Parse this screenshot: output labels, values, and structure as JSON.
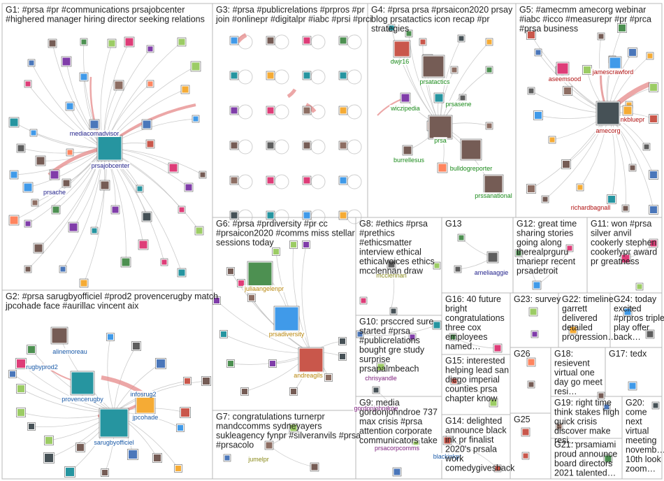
{
  "groups": [
    {
      "id": "G1",
      "title_lines": [
        "G1: #prsa #pr #communications prsajobcenter",
        "#highered manager hiring director seeking relations"
      ]
    },
    {
      "id": "G3",
      "title_lines": [
        "G3: #prsa #publicrelations #prpros #pr",
        "join #onlinepr #digitalpr #iabc #prsi #prci"
      ]
    },
    {
      "id": "G4",
      "title_lines": [
        "G4: #prsa prsa #prsaicon2020 prsay",
        "blog prsatactics icon recap #pr",
        "strategies"
      ]
    },
    {
      "id": "G5",
      "title_lines": [
        "G5: #amecmm amecorg webinar",
        "#iabc #icco #measurepr #pr #prca",
        "#prsa business"
      ]
    },
    {
      "id": "G2",
      "title_lines": [
        "G2: #prsa sarugbyofficiel #prod2 provencerugby match",
        "jpcohade face #aurillac vincent aix"
      ]
    },
    {
      "id": "G6",
      "title_lines": [
        "G6: #prsa #prdiversity #pr cc",
        "#prsaicon2020 #comms miss stellar",
        "sessions today"
      ]
    },
    {
      "id": "G8",
      "title_lines": [
        "G8: #ethics #prsa",
        "#prethics",
        "#ethicsmatter",
        "interview ethical",
        "ethicalvoices ethics",
        "mcclennan draw"
      ]
    },
    {
      "id": "G13",
      "title_lines": [
        "G13"
      ]
    },
    {
      "id": "G12",
      "title_lines": [
        "G12: great time",
        "sharing stories",
        "going along",
        "therealprguru",
        "tmariepr recent",
        "prsadetroit"
      ]
    },
    {
      "id": "G11",
      "title_lines": [
        "G11: won #prsa",
        "silver anvil",
        "cookerly stephen",
        "cookerlypr award",
        "pr greatness"
      ]
    },
    {
      "id": "G10",
      "title_lines": [
        "G10: prsccred sure",
        "started #prsa",
        "#publicrelations",
        "bought gre study",
        "surprise",
        "prsapalmbeach"
      ]
    },
    {
      "id": "G16",
      "title_lines": [
        "G16: 40 future",
        "bright",
        "congratulations",
        "three cox",
        "employees",
        "named…"
      ]
    },
    {
      "id": "G23",
      "title_lines": [
        "G23: survey"
      ]
    },
    {
      "id": "G22",
      "title_lines": [
        "G22: timeline",
        "garrett",
        "delivered",
        "detailed",
        "progression…"
      ]
    },
    {
      "id": "G24",
      "title_lines": [
        "G24: today",
        "excited",
        "#prpros triple",
        "play offer",
        "back…"
      ]
    },
    {
      "id": "G15",
      "title_lines": [
        "G15: interested",
        "helping lead san",
        "diego imperial",
        "counties prsa",
        "chapter know"
      ]
    },
    {
      "id": "G26",
      "title_lines": [
        "G26"
      ]
    },
    {
      "id": "G18",
      "title_lines": [
        "G18:",
        "resievent",
        "virtual one",
        "day go meet",
        "resi…"
      ]
    },
    {
      "id": "G17",
      "title_lines": [
        "G17: tedx"
      ]
    },
    {
      "id": "G7",
      "title_lines": [
        "G7: congratulations turnerpr",
        "mandccomms sydneyayers",
        "sukleagency fynpr #silveranvils #prsa",
        "#prsacolo"
      ]
    },
    {
      "id": "G9",
      "title_lines": [
        "G9: media",
        "gordonjohndroe 737",
        "max crisis #prsa",
        "attention corporate",
        "communicators take"
      ]
    },
    {
      "id": "G25",
      "title_lines": [
        "G25"
      ]
    },
    {
      "id": "G14",
      "title_lines": [
        "G14: delighted",
        "announce black",
        "ink pr finalist",
        "2020's prsala",
        "work",
        "comedygivesback"
      ]
    },
    {
      "id": "G19",
      "title_lines": [
        "G19: right time",
        "think stakes high",
        "quick crisis",
        "discover make",
        "resi…"
      ]
    },
    {
      "id": "G20",
      "title_lines": [
        "G20:",
        "come",
        "next",
        "virtual",
        "meeting",
        "novemb…",
        "10th look",
        "zoom…"
      ]
    },
    {
      "id": "G21",
      "title_lines": [
        "G21: prsamiami",
        "proud announce",
        "board directors",
        "2021 talented…"
      ]
    }
  ],
  "node_labels": [
    {
      "text": "mediacomadvisor",
      "color": "#1f1f8a"
    },
    {
      "text": "prsajobcenter",
      "color": "#1f1f8a"
    },
    {
      "text": "prsache",
      "color": "#1f1f8a"
    },
    {
      "text": "dwjr16",
      "color": "#1a8a1a"
    },
    {
      "text": "prsatactics",
      "color": "#1a8a1a"
    },
    {
      "text": "wiczipedia",
      "color": "#1a8a1a"
    },
    {
      "text": "prsasene",
      "color": "#1a8a1a"
    },
    {
      "text": "prsa",
      "color": "#1a8a1a"
    },
    {
      "text": "burrellesus",
      "color": "#1a8a1a"
    },
    {
      "text": "bulldogreporter",
      "color": "#1a8a1a"
    },
    {
      "text": "prssanational",
      "color": "#1a8a1a"
    },
    {
      "text": "aseemsood",
      "color": "#b01010"
    },
    {
      "text": "jamescrawford",
      "color": "#b01010"
    },
    {
      "text": "nkbluepr",
      "color": "#b01010"
    },
    {
      "text": "amecorg",
      "color": "#b01010"
    },
    {
      "text": "richardbagnall",
      "color": "#b01010"
    },
    {
      "text": "alinemoreau",
      "color": "#1a5aa8"
    },
    {
      "text": "rugbyprod2",
      "color": "#1a5aa8"
    },
    {
      "text": "provencerugby",
      "color": "#1a5aa8"
    },
    {
      "text": "infosrug2",
      "color": "#1a5aa8"
    },
    {
      "text": "jpcohade",
      "color": "#1a5aa8"
    },
    {
      "text": "sarugbyofficiel",
      "color": "#1a5aa8"
    },
    {
      "text": "juliaangelenpr",
      "color": "#b8860b"
    },
    {
      "text": "prsadiversity",
      "color": "#b8860b"
    },
    {
      "text": "andreagils",
      "color": "#b8860b"
    },
    {
      "text": "mcclennan",
      "color": "#8a8a1a"
    },
    {
      "text": "ameliaaggie",
      "color": "#1f1f8a"
    },
    {
      "text": "chrisyandle",
      "color": "#7a1a7a"
    },
    {
      "text": "gordonjohndroe",
      "color": "#7a1a7a"
    },
    {
      "text": "prsacorpcomms",
      "color": "#7a1a7a"
    },
    {
      "text": "jumelpr",
      "color": "#8a8a1a"
    },
    {
      "text": "blackinkpr",
      "color": "#1a5aa8"
    }
  ]
}
